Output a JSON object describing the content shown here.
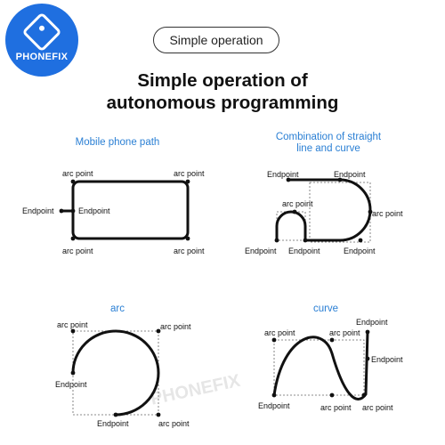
{
  "logo": {
    "text": "PHONEFIX"
  },
  "header": {
    "pill_label": "Simple operation"
  },
  "headline": {
    "line1": "Simple operation of",
    "line2": "autonomous programming"
  },
  "watermark": "PHONEFIX",
  "panels": {
    "mobile": {
      "caption": "Mobile phone path",
      "labels": [
        "arc point",
        "arc point",
        "Endpoint",
        "Endpoint",
        "arc point",
        "arc point"
      ]
    },
    "combo": {
      "caption_line1": "Combination of straight",
      "caption_line2": "line and curve",
      "labels": [
        "Endpoint",
        "Endpoint",
        "arc point",
        "arc point",
        "Endpoint",
        "Endpoint",
        "Endpoint"
      ]
    },
    "arc": {
      "caption": "arc",
      "labels": [
        "arc point",
        "arc point",
        "Endpoint",
        "Endpoint",
        "arc point"
      ]
    },
    "curve": {
      "caption": "curve",
      "labels": [
        "Endpoint",
        "arc point",
        "arc point",
        "Endpoint",
        "Endpoint",
        "arc point",
        "arc point"
      ]
    }
  }
}
